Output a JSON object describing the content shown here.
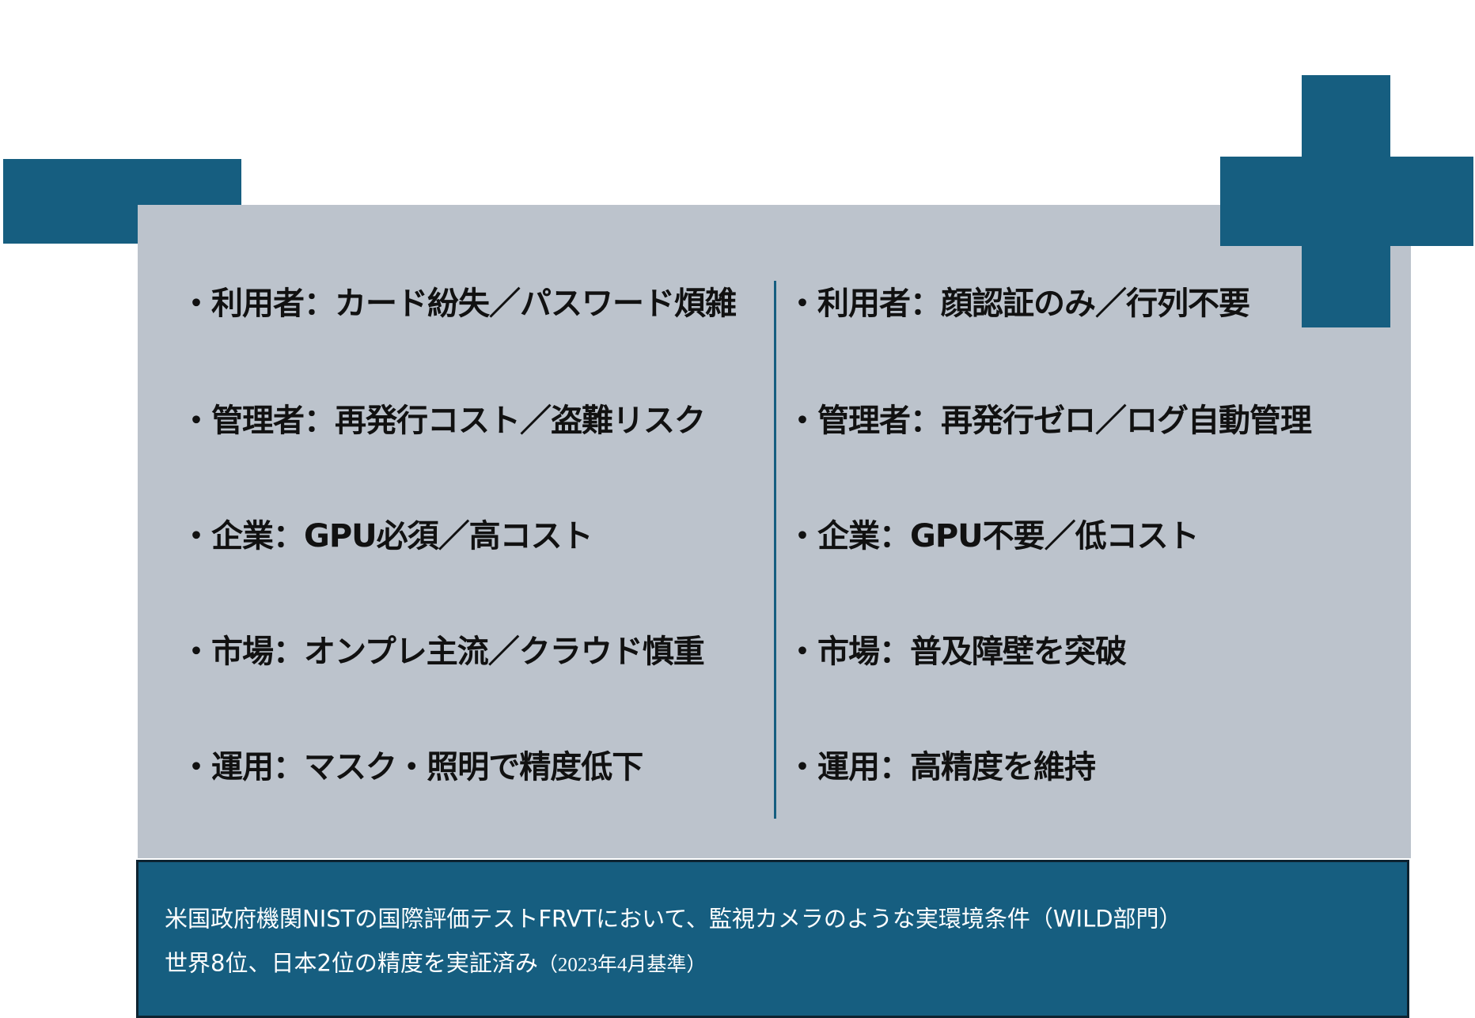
{
  "left_items": [
    "・利用者：カード紛失／パスワード煩雑",
    "・管理者：再発行コスト／盗難リスク",
    "・企業：GPU必須／高コスト",
    "・市場：オンプレ主流／クラウド慎重",
    "・運用：マスク・照明で精度低下"
  ],
  "right_items": [
    "・利用者：顔認証のみ／行列不要",
    "・管理者：再発行ゼロ／ログ自動管理",
    "・企業：GPU不要／低コスト",
    "・市場：普及障壁を突破",
    "・運用：高精度を維持"
  ],
  "note": {
    "line1": "米国政府機関NISTの国際評価テストFRVTにおいて、監視カメラのような実環境条件（WILD部門）",
    "line2": "世界8位、日本2位の精度を実証済み",
    "line2_small": "（2023年4月基準）"
  },
  "colors": {
    "accent": "#165e80",
    "panel": "#bcc3cc"
  }
}
